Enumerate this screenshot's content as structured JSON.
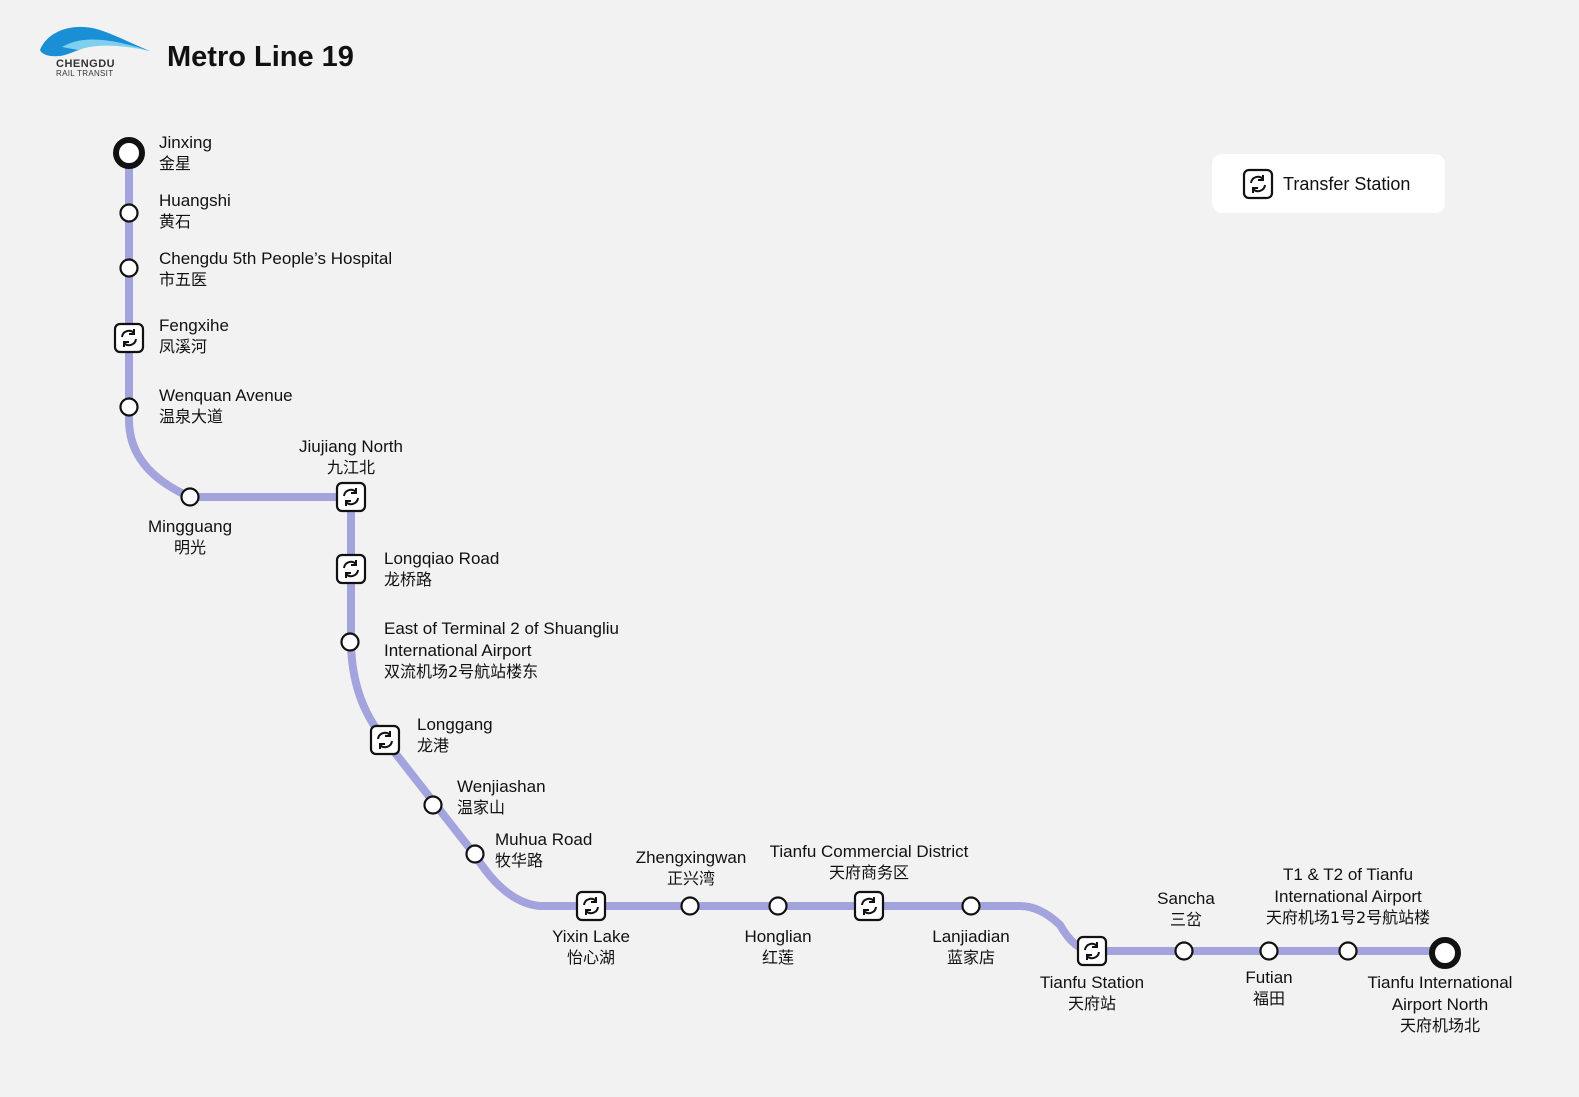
{
  "header": {
    "title": "Metro Line 19",
    "logo_line1": "CHENGDU",
    "logo_line2": "RAIL TRANSIT"
  },
  "legend": {
    "transfer_label": "Transfer Station"
  },
  "colors": {
    "line": "#a3a3dd",
    "background": "#f2f2f2",
    "logo_blue": "#1a8fd6",
    "logo_light": "#7fd0ef"
  },
  "stations": [
    {
      "id": "jinxing",
      "en": [
        "Jinxing"
      ],
      "zh": "金星",
      "type": "terminal"
    },
    {
      "id": "huangshi",
      "en": [
        "Huangshi"
      ],
      "zh": "黄石",
      "type": "station"
    },
    {
      "id": "chengdu-5th-peoples-hospital",
      "en": [
        "Chengdu 5th People’s Hospital"
      ],
      "zh": "市五医",
      "type": "station"
    },
    {
      "id": "fengxihe",
      "en": [
        "Fengxihe"
      ],
      "zh": "凤溪河",
      "type": "transfer"
    },
    {
      "id": "wenquan-avenue",
      "en": [
        "Wenquan Avenue"
      ],
      "zh": "温泉大道",
      "type": "station"
    },
    {
      "id": "mingguang",
      "en": [
        "Mingguang"
      ],
      "zh": "明光",
      "type": "station"
    },
    {
      "id": "jiujiang-north",
      "en": [
        "Jiujiang North"
      ],
      "zh": "九江北",
      "type": "transfer"
    },
    {
      "id": "longqiao-road",
      "en": [
        "Longqiao Road"
      ],
      "zh": "龙桥路",
      "type": "transfer"
    },
    {
      "id": "east-of-terminal-2-shuangliu",
      "en": [
        "East of Terminal 2 of Shuangliu",
        "International Airport"
      ],
      "zh": "双流机场2号航站楼东",
      "type": "station"
    },
    {
      "id": "longgang",
      "en": [
        "Longgang"
      ],
      "zh": "龙港",
      "type": "transfer"
    },
    {
      "id": "wenjiashan",
      "en": [
        "Wenjiashan"
      ],
      "zh": "温家山",
      "type": "station"
    },
    {
      "id": "muhua-road",
      "en": [
        "Muhua Road"
      ],
      "zh": "牧华路",
      "type": "station"
    },
    {
      "id": "yixin-lake",
      "en": [
        "Yixin Lake"
      ],
      "zh": "怡心湖",
      "type": "transfer"
    },
    {
      "id": "zhengxingwan",
      "en": [
        "Zhengxingwan"
      ],
      "zh": "正兴湾",
      "type": "station"
    },
    {
      "id": "honglian",
      "en": [
        "Honglian"
      ],
      "zh": "红莲",
      "type": "station"
    },
    {
      "id": "tianfu-commercial-district",
      "en": [
        "Tianfu Commercial District"
      ],
      "zh": "天府商务区",
      "type": "transfer"
    },
    {
      "id": "lanjiadian",
      "en": [
        "Lanjiadian"
      ],
      "zh": "蓝家店",
      "type": "station"
    },
    {
      "id": "tianfu-station",
      "en": [
        "Tianfu Station"
      ],
      "zh": "天府站",
      "type": "transfer"
    },
    {
      "id": "sancha",
      "en": [
        "Sancha"
      ],
      "zh": "三岔",
      "type": "station"
    },
    {
      "id": "futian",
      "en": [
        "Futian"
      ],
      "zh": "福田",
      "type": "station"
    },
    {
      "id": "t1-t2-tianfu-airport",
      "en": [
        "T1 & T2 of Tianfu",
        "International Airport"
      ],
      "zh": "天府机场1号2号航站楼",
      "type": "station"
    },
    {
      "id": "tianfu-international-airport-north",
      "en": [
        "Tianfu International",
        "Airport North"
      ],
      "zh": "天府机场北",
      "type": "terminal"
    }
  ]
}
